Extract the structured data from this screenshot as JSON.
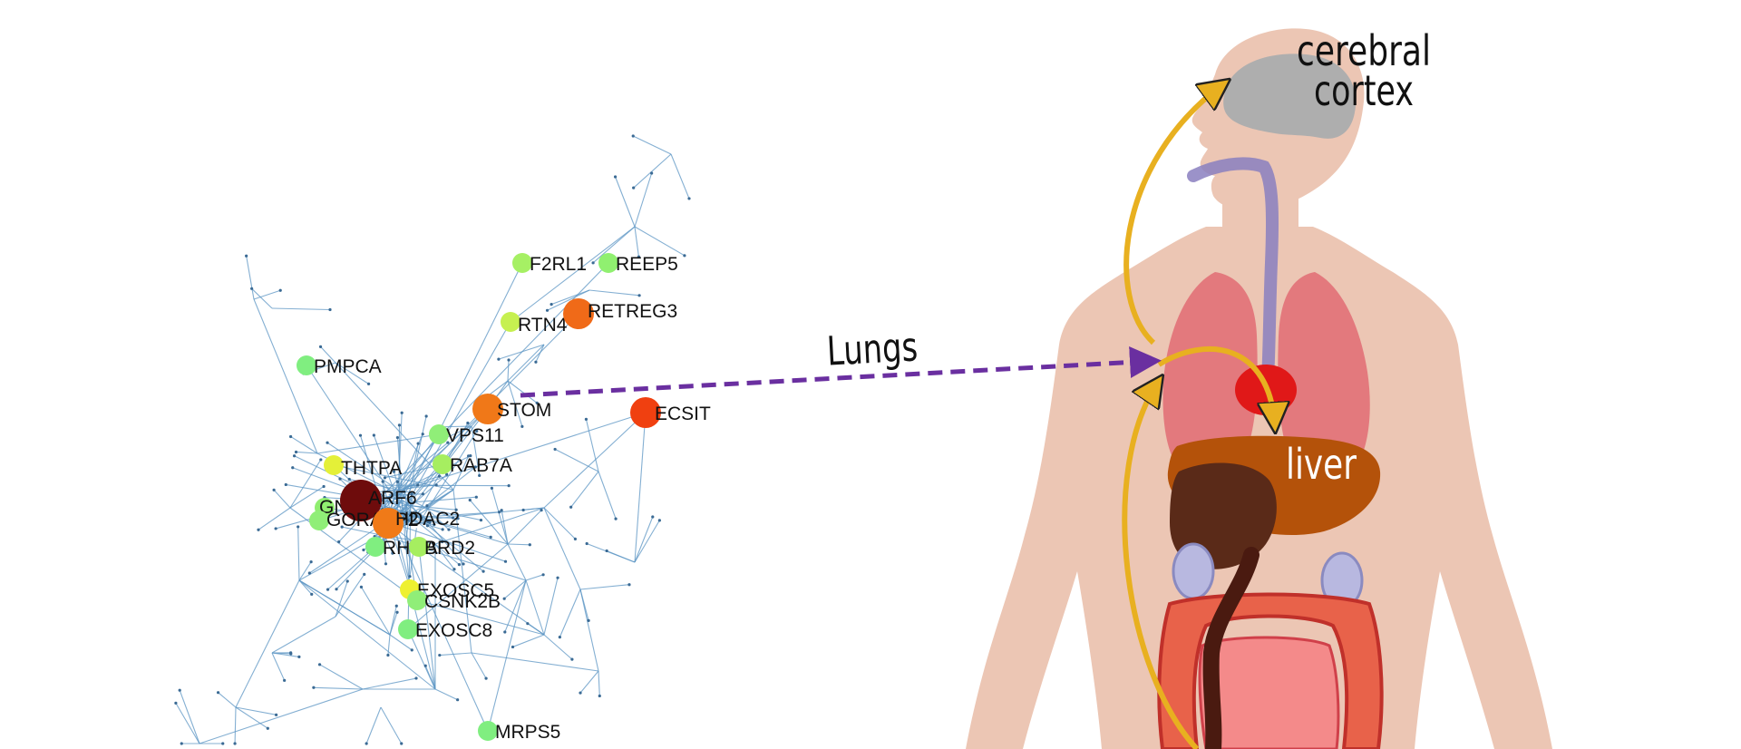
{
  "labels": {
    "lungs": "Lungs",
    "liver": "liver",
    "cerebral_line1": "cerebral",
    "cerebral_line2": "cortex"
  },
  "colors": {
    "edge": "#5b95c4",
    "lung_arrow": "#6a2fa0",
    "organ_arrow": "#e8b020",
    "body_skin": "#ecc6b4",
    "brain": "#aeaeae",
    "lungs": "#e27278",
    "liver": "#b4520a",
    "stomach": "#5a2a18"
  },
  "network": {
    "nodes": [
      {
        "id": "F2RL1",
        "label": "F2RL1",
        "color": "#a6f064",
        "size": "small"
      },
      {
        "id": "REEP5",
        "label": "REEP5",
        "color": "#90f070",
        "size": "small"
      },
      {
        "id": "RTN4",
        "label": "RTN4",
        "color": "#c6f050",
        "size": "small"
      },
      {
        "id": "RETREG3",
        "label": "RETREG3",
        "color": "#f06a18",
        "size": "medium"
      },
      {
        "id": "PMPCA",
        "label": "PMPCA",
        "color": "#80ee80",
        "size": "small"
      },
      {
        "id": "STOM",
        "label": "STOM",
        "color": "#f07818",
        "size": "medium"
      },
      {
        "id": "ECSIT",
        "label": "ECSIT",
        "color": "#f04010",
        "size": "medium"
      },
      {
        "id": "VPS11",
        "label": "VPS11",
        "color": "#90ee78",
        "size": "small"
      },
      {
        "id": "THTPA",
        "label": "THTPA",
        "color": "#e4f038",
        "size": "small"
      },
      {
        "id": "RAB7A",
        "label": "RAB7A",
        "color": "#a6ee60",
        "size": "small"
      },
      {
        "id": "GNG5",
        "label": "GNG5",
        "color": "#90ee70",
        "size": "small"
      },
      {
        "id": "ARF6",
        "label": "ARF6",
        "color": "#6e0c0c",
        "size": "large"
      },
      {
        "id": "GORASP2",
        "label": "GORASP2",
        "color": "#90ee78",
        "size": "small"
      },
      {
        "id": "HDAC2",
        "label": "HDAC2",
        "color": "#f07a18",
        "size": "medium"
      },
      {
        "id": "RHOA",
        "label": "RHOA",
        "color": "#80ee80",
        "size": "small"
      },
      {
        "id": "BRD2",
        "label": "BRD2",
        "color": "#a6ee60",
        "size": "small"
      },
      {
        "id": "EXOSC5",
        "label": "EXOSC5",
        "color": "#eef030",
        "size": "small"
      },
      {
        "id": "CSNK2B",
        "label": "CSNK2B",
        "color": "#90ee78",
        "size": "small"
      },
      {
        "id": "EXOSC8",
        "label": "EXOSC8",
        "color": "#80ee80",
        "size": "small"
      },
      {
        "id": "MRPS5",
        "label": "MRPS5",
        "color": "#80ee80",
        "size": "small"
      }
    ]
  }
}
